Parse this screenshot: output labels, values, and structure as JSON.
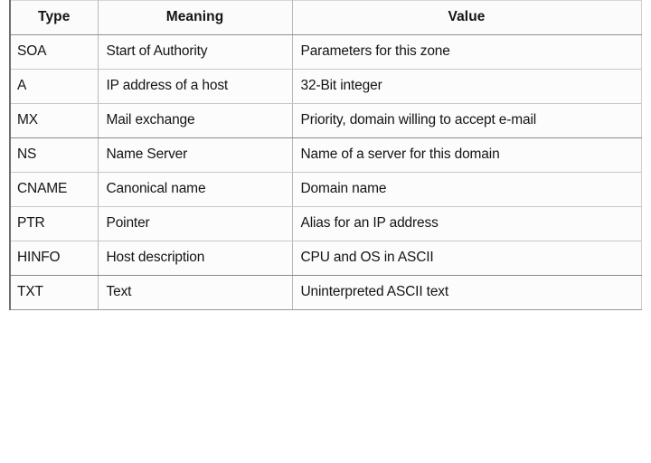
{
  "figure": {
    "kind": "table",
    "columns": [
      "Type",
      "Meaning",
      "Value"
    ],
    "colors": {
      "page_background": "#ffffff",
      "cell_background": "#fcfcfc",
      "text": "#141414",
      "border_light": "#c8c8c8",
      "border_strong": "#8a8a8a"
    }
  },
  "table": {
    "headers": {
      "type": "Type",
      "meaning": "Meaning",
      "value": "Value"
    },
    "rows": [
      {
        "type": "SOA",
        "meaning": "Start of Authority",
        "value": "Parameters for this zone"
      },
      {
        "type": "A",
        "meaning": "IP address of a host",
        "value": "32-Bit integer"
      },
      {
        "type": "MX",
        "meaning": "Mail exchange",
        "value": "Priority, domain willing to accept e-mail"
      },
      {
        "type": "NS",
        "meaning": "Name Server",
        "value": "Name of a server for this domain"
      },
      {
        "type": "CNAME",
        "meaning": "Canonical name",
        "value": "Domain name"
      },
      {
        "type": "PTR",
        "meaning": "Pointer",
        "value": "Alias for an IP address"
      },
      {
        "type": "HINFO",
        "meaning": "Host description",
        "value": "CPU and OS in ASCII"
      },
      {
        "type": "TXT",
        "meaning": "Text",
        "value": "Uninterpreted ASCII text"
      }
    ]
  }
}
